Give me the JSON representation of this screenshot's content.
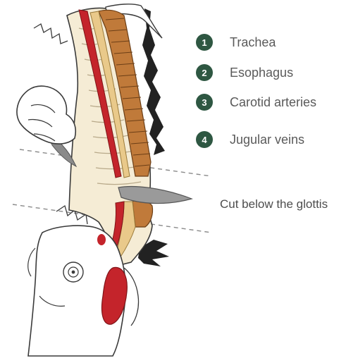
{
  "colors": {
    "badge": "#2e5742",
    "trachea": "#c07a3a",
    "esophagus": "#e9c98a",
    "carotid": "#c4242b",
    "jugular": "#9c1f24",
    "neck_fill": "#f5ecd5",
    "outline": "#3a3a3a",
    "blade": "#9a9a9a"
  },
  "legend": [
    {
      "number": "1",
      "label": "Trachea"
    },
    {
      "number": "2",
      "label": "Esophagus"
    },
    {
      "number": "3",
      "label": "Carotid arteries"
    },
    {
      "number": "4",
      "label": "Jugular veins"
    }
  ],
  "cut_label": "Cut below the glottis"
}
